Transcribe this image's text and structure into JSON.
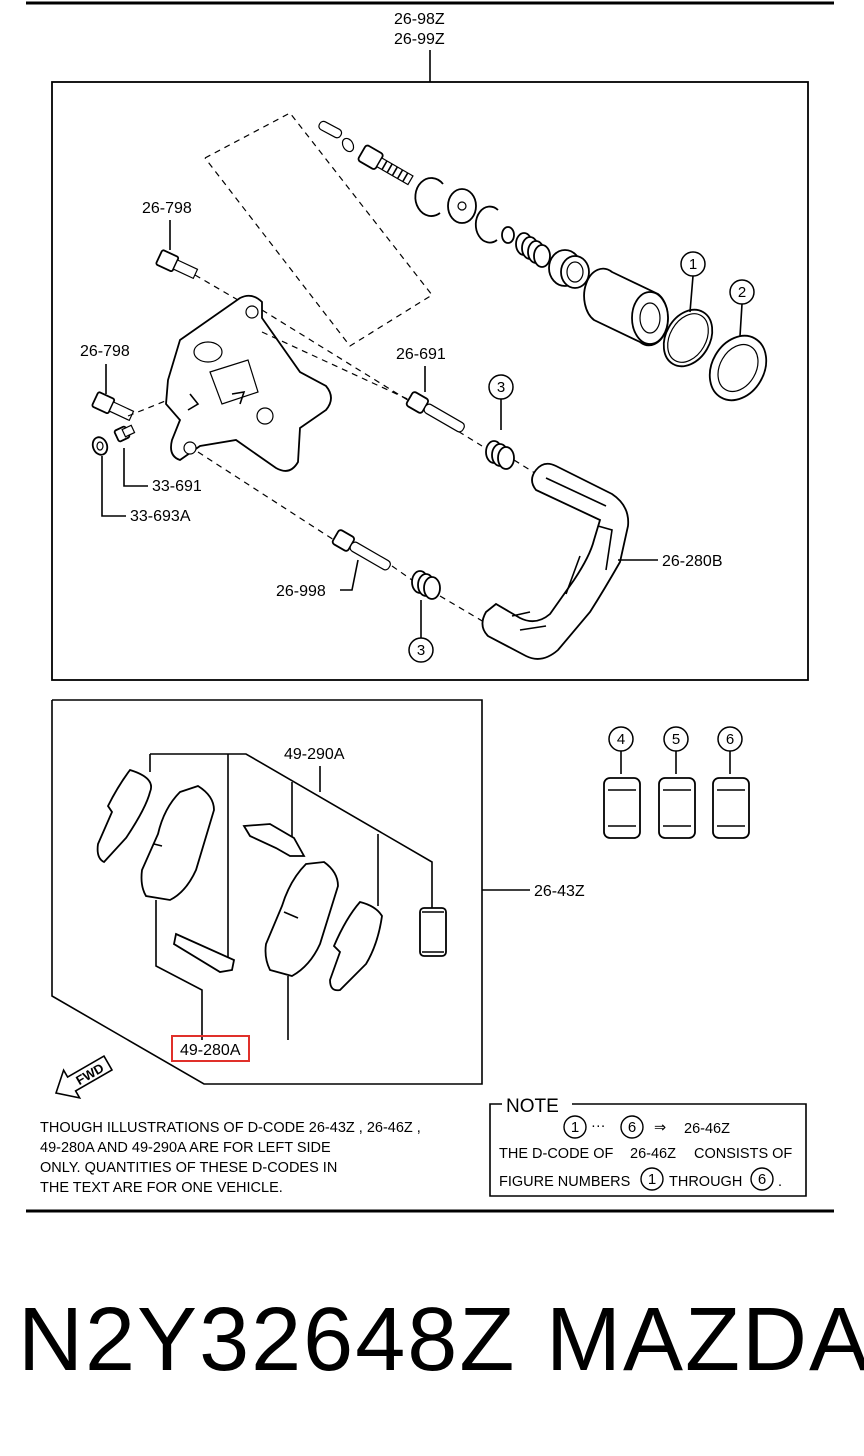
{
  "callouts": {
    "top_code_1": "26-98Z",
    "top_code_2": "26-99Z",
    "bolt_upper": "26-798",
    "bolt_left": "26-798",
    "guide_pin_upper": "26-691",
    "bleeder_cap": "33-691",
    "bleeder_screw": "33-693A",
    "guide_pin_lower": "26-998",
    "mounting_support": "26-280B",
    "shim_group": "49-290A",
    "pad_kit": "26-43Z",
    "pad_set": "49-280A",
    "fwd_arrow": "FWD"
  },
  "circle_numbers": [
    "1",
    "2",
    "3",
    "3",
    "4",
    "5",
    "6"
  ],
  "notes": {
    "left_text": [
      "THOUGH ILLUSTRATIONS OF D-CODE 26-43Z , 26-46Z ,",
      "49-280A AND 49-290A ARE FOR LEFT SIDE",
      "ONLY. QUANTITIES OF THESE D-CODES IN",
      "THE TEXT ARE FOR ONE VEHICLE."
    ],
    "note_title": "NOTE",
    "note_from": "1",
    "note_dots": "···",
    "note_to": "6",
    "note_arrow": "⇒",
    "note_code": "26-46Z",
    "note_line2_a": "THE D-CODE OF",
    "note_line2_code": "26-46Z",
    "note_line2_b": "CONSISTS OF",
    "note_line3_a": "FIGURE NUMBERS",
    "note_line3_from": "1",
    "note_line3_through": "THROUGH",
    "note_line3_to": "6",
    "note_line3_end": "."
  },
  "footer": {
    "part_number": "N2Y32648Z",
    "brand": "MAZDA"
  },
  "colors": {
    "line": "#000000",
    "highlight": "#e0302a",
    "background": "#ffffff"
  }
}
